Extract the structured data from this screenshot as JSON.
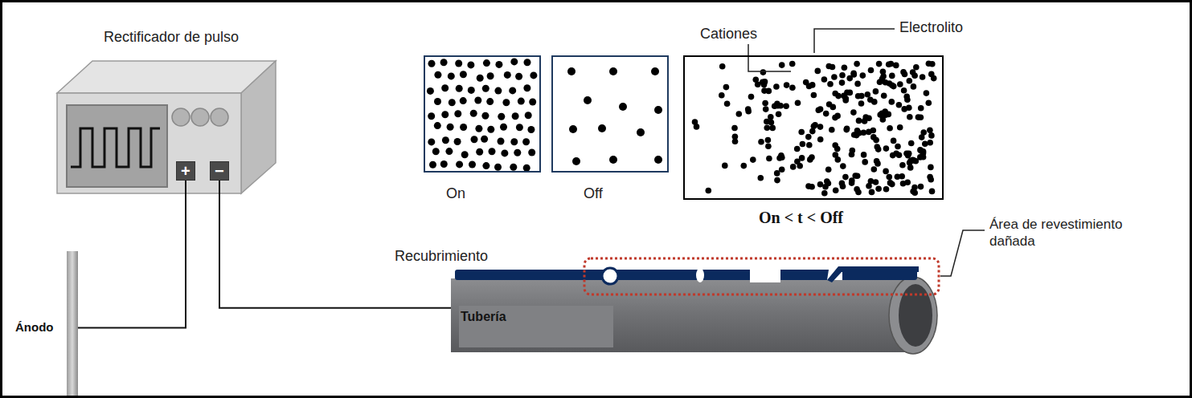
{
  "diagram": {
    "nodes": [
      {
        "text": [
          "Rectificador de pulso"
        ]
      },
      {
        "text": [
          "+"
        ],
        "in": 0
      },
      {
        "text": [
          "−"
        ],
        "in": 0
      },
      {
        "text": [
          "On"
        ]
      },
      {
        "text": [
          "Off"
        ]
      },
      {
        "text": [
          "On < t < Off"
        ]
      },
      {
        "text": [
          "Ánodo"
        ]
      },
      {
        "text": [
          "Tubería"
        ]
      }
    ],
    "edges": [
      {
        "from": 6,
        "to": 1,
        "arrow": "none"
      },
      {
        "from": 2,
        "to": 7,
        "arrow": "none"
      }
    ],
    "labels": [
      "Cationes",
      "Electrolito",
      "Recubrimiento",
      "Área de revestimiento dañada"
    ]
  }
}
